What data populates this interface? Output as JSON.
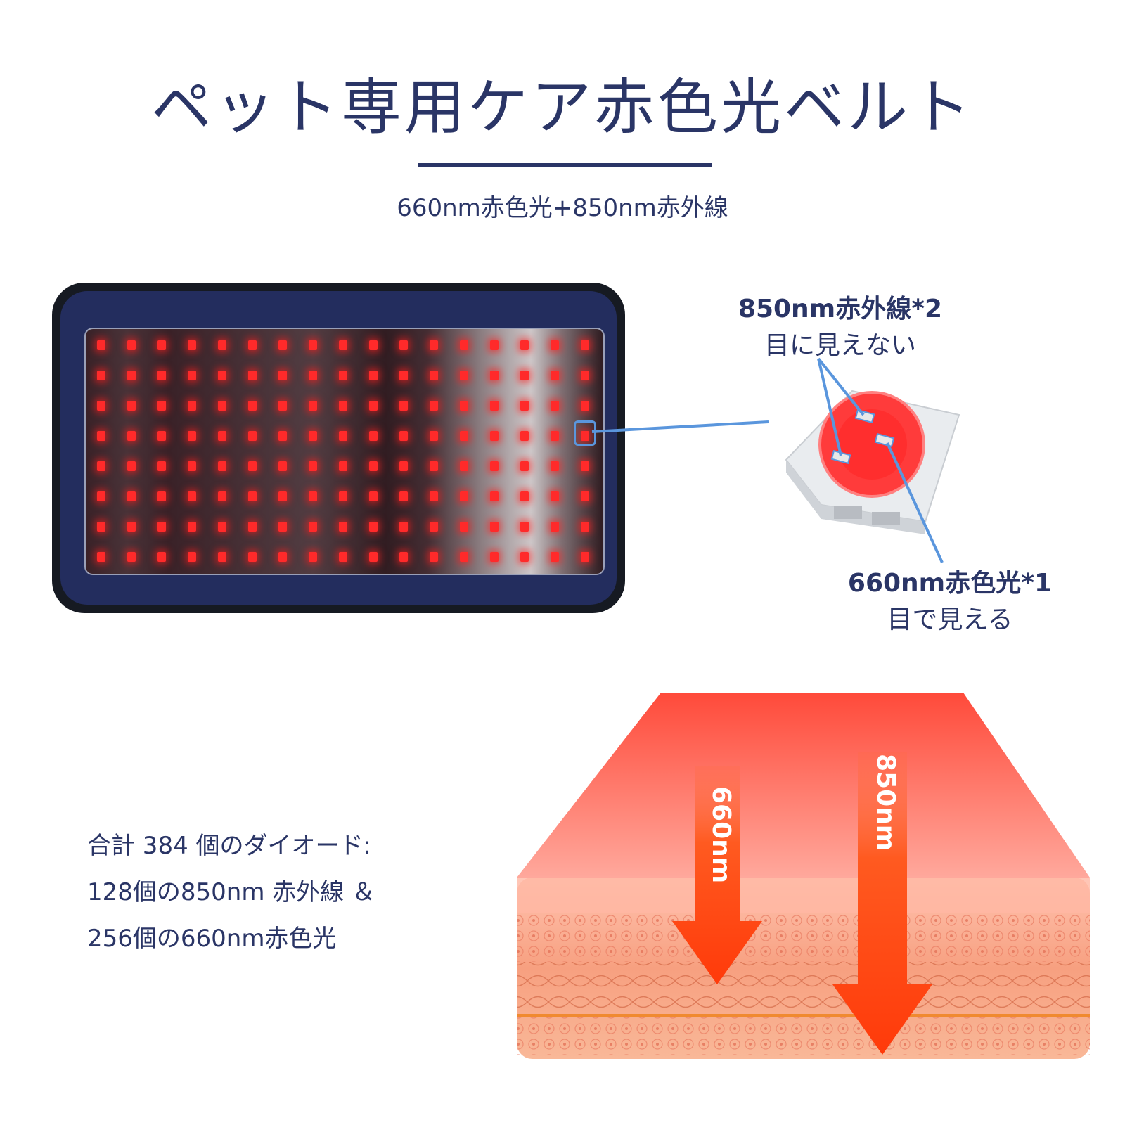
{
  "title": "ペット専用ケア赤色光ベルト",
  "subtitle": "660nm赤色光+850nm赤外線",
  "chip_labels": {
    "ir": {
      "name": "850nm赤外線*2",
      "note": "目に見えない"
    },
    "red": {
      "name": "660nm赤色光*1",
      "note": "目で見える"
    }
  },
  "diodes": {
    "line1": "合計 384 個のダイオード:",
    "line2": "128個の850nm 赤外線 ＆",
    "line3": "256個の660nm赤色光"
  },
  "penetration": {
    "short": "660nm",
    "long": "850nm"
  },
  "colors": {
    "text": "#2a3566",
    "led_red": "#ff2a2a",
    "callout": "#5a96dd",
    "arrow": "#ff4a14"
  }
}
